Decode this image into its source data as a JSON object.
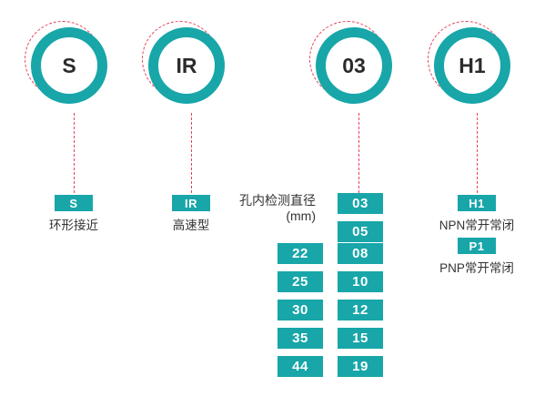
{
  "diagram": {
    "title": "Ring proximity sensor model code configurator",
    "accent_color": "#18A6A9",
    "dash_color": "#E8415A",
    "text_color": "#333333"
  },
  "nodes": [
    {
      "code": "S",
      "name": "series-node"
    },
    {
      "code": "IR",
      "name": "type-node"
    },
    {
      "code": "03",
      "name": "diameter-node"
    },
    {
      "code": "H1",
      "name": "output-node"
    }
  ],
  "columns": {
    "series": {
      "badge": "S",
      "caption": "环形接近"
    },
    "type": {
      "badge": "IR",
      "caption": "高速型"
    },
    "diameter": {
      "label_line1": "孔内检测直径",
      "label_line2": "(mm)",
      "left_values": [
        "22",
        "25",
        "30",
        "35",
        "44"
      ],
      "right_values": [
        "03",
        "05",
        "08",
        "10",
        "12",
        "15",
        "19"
      ]
    },
    "output": {
      "options": [
        {
          "badge": "H1",
          "caption": "NPN常开常闭"
        },
        {
          "badge": "P1",
          "caption": "PNP常开常闭"
        }
      ]
    }
  }
}
